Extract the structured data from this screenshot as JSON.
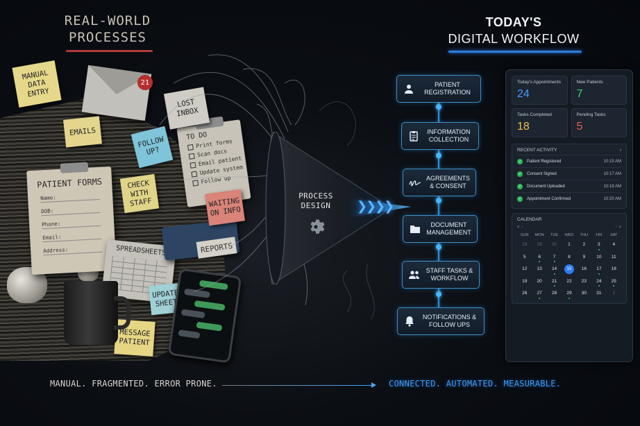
{
  "left": {
    "title_line1": "REAL-WORLD",
    "title_line2": "PROCESSES",
    "notes": {
      "manual": "MANUAL DATA ENTRY",
      "emails": "EMAILS",
      "lost_inbox": "LOST INBOX",
      "follow_up": "FOLLOW UP?",
      "check_staff": "CHECK WITH STAFF",
      "waiting": "WAITING ON INFO",
      "update_sheet": "UPDATE SHEET",
      "message_patient": "MESSAGE PATIENT"
    },
    "email_badge": "21",
    "patient_forms": {
      "title": "PATIENT FORMS",
      "fields": [
        "Name:",
        "DOB:",
        "Phone:",
        "Email:",
        "Address:"
      ]
    },
    "todo": {
      "title": "TO DO",
      "items": [
        "Print forms",
        "Scan docs",
        "Email patient",
        "Update system",
        "Follow up"
      ]
    },
    "spreadsheets": "SPREADSHEETS",
    "reports": "REPORTS"
  },
  "funnel": {
    "label_line1": "PROCESS",
    "label_line2": "DESIGN",
    "icon": "gear-icon"
  },
  "right": {
    "title_line1": "TODAY'S",
    "title_line2": "DIGITAL WORKFLOW"
  },
  "workflow_steps": [
    {
      "label": "PATIENT REGISTRATION",
      "icon": "person-icon"
    },
    {
      "label": "INFORMATION COLLECTION",
      "icon": "clipboard-icon"
    },
    {
      "label": "AGREEMENTS & CONSENT",
      "icon": "signature-icon"
    },
    {
      "label": "DOCUMENT MANAGEMENT",
      "icon": "folder-icon"
    },
    {
      "label": "STAFF TASKS & WORKFLOW",
      "icon": "people-icon"
    },
    {
      "label": "NOTIFICATIONS & FOLLOW UPS",
      "icon": "bell-icon"
    }
  ],
  "dashboard": {
    "stats": [
      {
        "label": "Today's Appointments",
        "value": "24",
        "color": "#4a9bff"
      },
      {
        "label": "New Patients",
        "value": "7",
        "color": "#3fcf6d"
      },
      {
        "label": "Tasks Completed",
        "value": "18",
        "color": "#f2c14a"
      },
      {
        "label": "Pending Tasks",
        "value": "5",
        "color": "#ef5a4c"
      }
    ],
    "activity": {
      "title": "RECENT ACTIVITY",
      "items": [
        {
          "text": "Patient Registered",
          "time": "10:15 AM"
        },
        {
          "text": "Consent Signed",
          "time": "10:17 AM"
        },
        {
          "text": "Document Uploaded",
          "time": "10:18 AM"
        },
        {
          "text": "Appointment Confirmed",
          "time": "10:20 AM"
        }
      ]
    },
    "calendar": {
      "title": "CALENDAR",
      "days_of_week": [
        "SUN",
        "MON",
        "TUE",
        "WED",
        "THU",
        "FRI",
        "SAT"
      ],
      "weeks": [
        [
          "28",
          "29",
          "30",
          "1",
          "2",
          "3",
          "4"
        ],
        [
          "5",
          "6",
          "7",
          "8",
          "9",
          "10",
          "11"
        ],
        [
          "12",
          "13",
          "14",
          "15",
          "16",
          "17",
          "18"
        ],
        [
          "19",
          "20",
          "21",
          "22",
          "23",
          "24",
          "25"
        ],
        [
          "26",
          "27",
          "28",
          "29",
          "30",
          "31",
          "1"
        ]
      ],
      "muted": [
        "0-0",
        "0-1",
        "0-2",
        "4-6"
      ],
      "today": "2-3",
      "events": [
        "0-5",
        "1-1",
        "1-2",
        "2-2",
        "2-5",
        "3-2",
        "3-5",
        "3-6",
        "4-1",
        "4-3"
      ]
    }
  },
  "tagline": {
    "left": "MANUAL. FRAGMENTED. ERROR PRONE.",
    "right": "CONNECTED. AUTOMATED. MEASURABLE."
  },
  "colors": {
    "accent_blue": "#2f7de0",
    "chaos_red": "#b03a3a"
  }
}
